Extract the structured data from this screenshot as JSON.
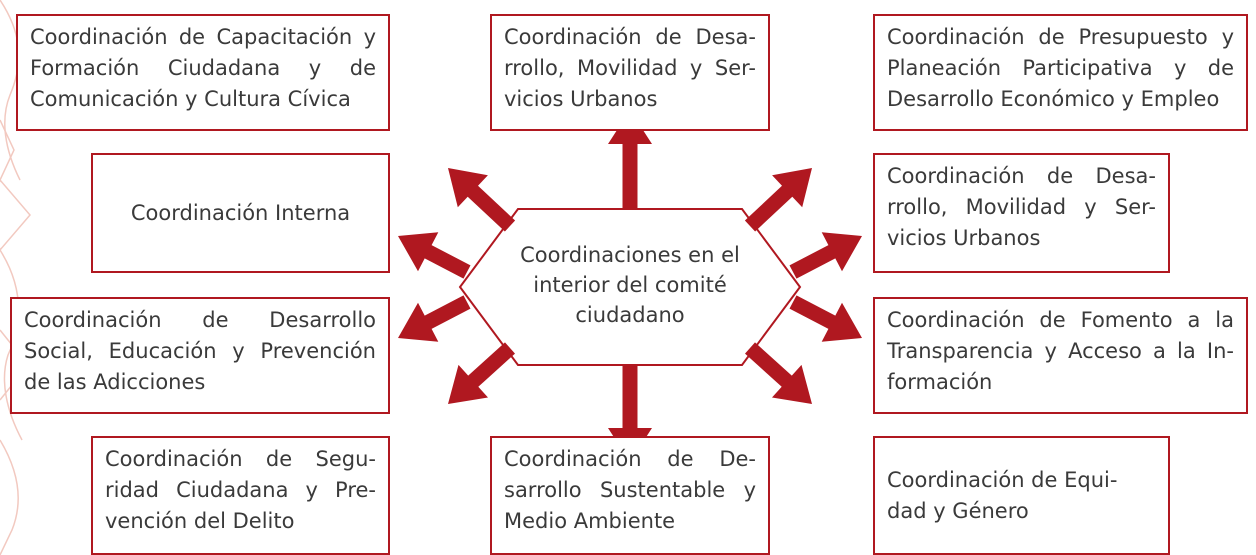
{
  "hub": {
    "label": "Coordinaciones en el interior del comité ciudadano"
  },
  "boxes": {
    "top_left": "Coordinación de Capacitación y Formación Ciudadana y de Comunicación y Cultura Cívica",
    "top_center": "Coordinación de Desa-rrollo, Movilidad y Ser-vicios Urbanos",
    "top_right": "Coordinación de Presupuesto y Planeación Participativa y de Desarrollo Económico y Empleo",
    "left_2": "Coordinación Interna",
    "right_2": "Coordinación de Desa-rrollo, Movilidad y Ser-vicios Urbanos",
    "left_3": "Coordinación de Desarrollo Social, Educación y Prevención de las Adicciones",
    "right_3": "Coordinación de Fomento a la Transparencia y Acceso a la In-formación",
    "bottom_left": "Coordinación de Segu-ridad Ciudadana y Pre-vención del Delito",
    "bottom_center": "Coordinación de De-sarrollo Sustentable y Medio Ambiente",
    "bottom_right": "Coordinación de Equi-dad y Género"
  },
  "colors": {
    "accent": "#b01820",
    "text": "#3a3a3a",
    "decoration": "#f2c9c0"
  }
}
